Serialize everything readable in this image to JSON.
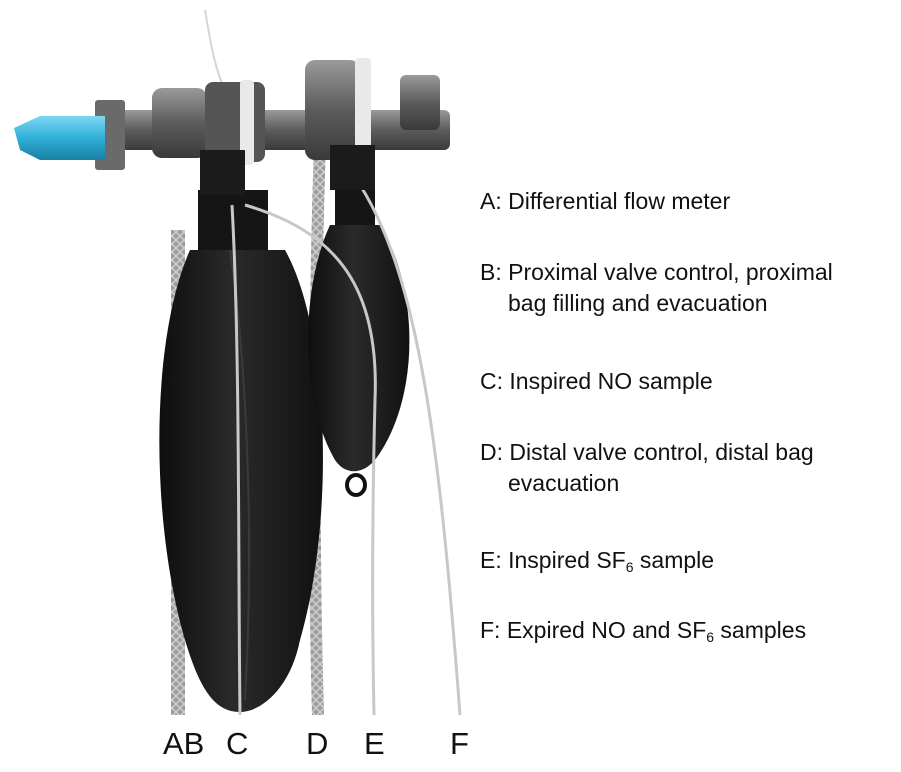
{
  "legend": [
    {
      "letter": "A",
      "text": "A: Differential flow meter"
    },
    {
      "letter": "B",
      "text": "B: Proximal valve control, proximal",
      "text2": "bag filling and evacuation"
    },
    {
      "letter": "C",
      "text": "C: Inspired NO sample"
    },
    {
      "letter": "D",
      "text": "D: Distal valve control, distal bag",
      "text2": "evacuation"
    },
    {
      "letter": "E",
      "pre": "E: Inspired SF",
      "sub": "6",
      "post": " sample"
    },
    {
      "letter": "F",
      "pre": "F: Expired NO and SF",
      "sub": "6",
      "post": " samples"
    }
  ],
  "tube_labels": [
    "AB",
    "C",
    "D",
    "E",
    "F"
  ],
  "colors": {
    "bag": "#1b1b1b",
    "connector": "#3bb6dc",
    "valve_body": "#6c6c6c",
    "tube": "#bdbdbd"
  }
}
